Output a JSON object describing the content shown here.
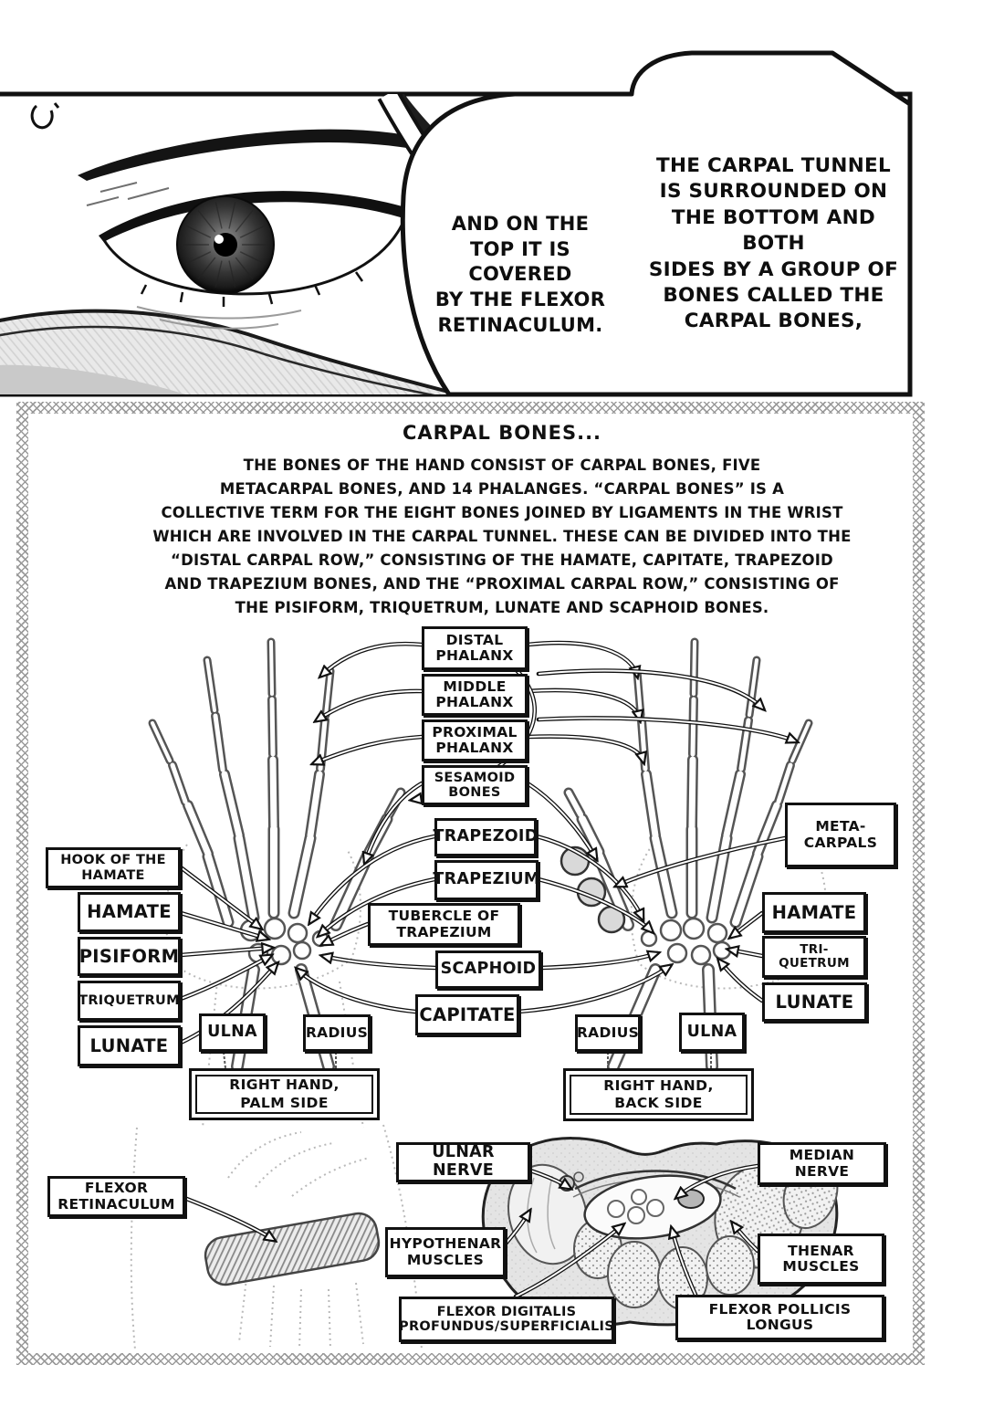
{
  "speech": {
    "bubble_left": "AND ON THE\nTOP IT IS COVERED\nBY THE FLEXOR\nRETINACULUM.",
    "bubble_right": "THE CARPAL TUNNEL\nIS SURROUNDED ON\nTHE BOTTOM AND BOTH\nSIDES BY A GROUP OF\nBONES CALLED THE\nCARPAL BONES,"
  },
  "infobox": {
    "title": "CARPAL BONES...",
    "body": "THE BONES OF THE HAND CONSIST OF CARPAL BONES, FIVE\nMETACARPAL BONES, AND 14 PHALANGES. “CARPAL BONES” IS A\nCOLLECTIVE TERM FOR THE EIGHT BONES JOINED BY LIGAMENTS IN THE WRIST\nWHICH ARE INVOLVED IN THE CARPAL TUNNEL. THESE CAN BE DIVIDED INTO THE\n“DISTAL CARPAL ROW,” CONSISTING OF THE HAMATE, CAPITATE, TRAPEZOID\nAND TRAPEZIUM BONES, AND THE “PROXIMAL CARPAL ROW,” CONSISTING OF\nTHE PISIFORM, TRIQUETRUM, LUNATE AND SCAPHOID BONES."
  },
  "labels": {
    "distal_phalanx": "DISTAL\nPHALANX",
    "middle_phalanx": "MIDDLE\nPHALANX",
    "proximal_phalanx": "PROXIMAL\nPHALANX",
    "sesamoid_bones": "SESAMOID\nBONES",
    "trapezoid": "TRAPEZOID",
    "trapezium": "TRAPEZIUM",
    "tubercle_of_trapezium": "TUBERCLE OF\nTRAPEZIUM",
    "scaphoid": "SCAPHOID",
    "capitate": "CAPITATE",
    "hook_of_the_hamate": "HOOK OF THE\nHAMATE",
    "hamate_left": "HAMATE",
    "pisiform": "PISIFORM",
    "triquetrum_left": "TRIQUETRUM",
    "lunate_left": "LUNATE",
    "ulna_left": "ULNA",
    "radius_left": "RADIUS",
    "metacarpals": "META-\nCARPALS",
    "hamate_right": "HAMATE",
    "triquetrum_right": "TRI-\nQUETRUM",
    "lunate_right": "LUNATE",
    "radius_right": "RADIUS",
    "ulna_right": "ULNA",
    "right_hand_palm": "RIGHT HAND,\nPALM SIDE",
    "right_hand_back": "RIGHT HAND,\nBACK SIDE",
    "ulnar_nerve": "ULNAR NERVE",
    "median_nerve": "MEDIAN NERVE",
    "flexor_retinaculum": "FLEXOR\nRETINACULUM",
    "hypothenar_muscles": "HYPOTHENAR\nMUSCLES",
    "thenar_muscles": "THENAR\nMUSCLES",
    "flexor_digitalis": "FLEXOR DIGITALIS\nPROFUNDUS/SUPERFICIALIS",
    "flexor_pollicis": "FLEXOR POLLICIS\nLONGUS"
  },
  "colors": {
    "ink": "#111111",
    "metacarpal_circle_fill": "#d9d9d9",
    "mask_shade": "#e6e6e6",
    "hatch_border": "#9a9a9a"
  }
}
